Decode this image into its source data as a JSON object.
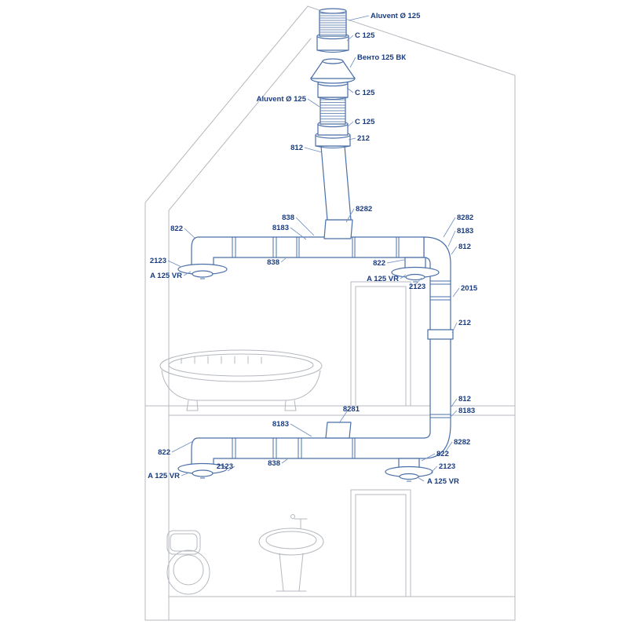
{
  "diagram_type": "house-ventilation-installation-scheme",
  "colors": {
    "duct_stroke": "#4a6fa8",
    "label_text": "#1a3c7e",
    "house_outline": "#b4b9bf",
    "background": "#ffffff"
  },
  "labels": {
    "aluvent_top": "Aluvent Ø 125",
    "c125_1": "C 125",
    "vento": "Венто 125 ВК",
    "c125_2": "C 125",
    "aluvent_left": "Aluvent Ø 125",
    "c125_3": "C 125",
    "coupling_212_top": "212",
    "pipe_812_top": "812",
    "tee_8282": "8282",
    "pipe_838_tee": "838",
    "coupling_8183_tee": "8183",
    "elbow_822_upper_left": "822",
    "elbow_8282_upper_right": "8282",
    "coupling_8183_upper_right": "8183",
    "pipe_812_upper_right": "812",
    "frame_2123_upper_left": "2123",
    "pipe_838_upper_mid": "838",
    "elbow_822_upper_mid": "822",
    "valve_a125vr_upper_left": "A 125 VR",
    "valve_a125vr_upper_right": "A 125 VR",
    "frame_2123_upper_right": "2123",
    "pipe_2015": "2015",
    "coupling_212_right": "212",
    "pipe_812_lower_right": "812",
    "tee_8281": "8281",
    "coupling_8183_lower_right": "8183",
    "coupling_8183_lower_mid": "8183",
    "elbow_8282_lower_right": "8282",
    "elbow_822_lower_left": "822",
    "elbow_822_lower_right": "822",
    "pipe_838_lower": "838",
    "frame_2123_lower_left": "2123",
    "frame_2123_lower_right": "2123",
    "valve_a125vr_lower_left": "A 125 VR",
    "valve_a125vr_lower_right": "A 125 VR"
  }
}
